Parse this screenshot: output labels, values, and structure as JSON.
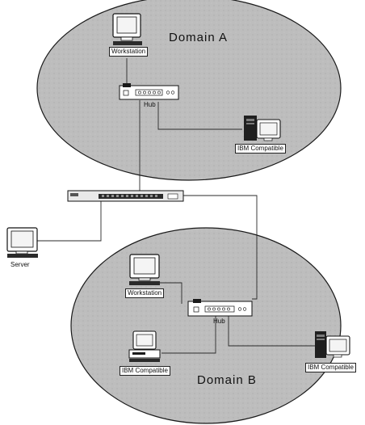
{
  "domains": {
    "a": {
      "title": "Domain A"
    },
    "b": {
      "title": "Domain B"
    }
  },
  "devices": {
    "workstation_a": {
      "label": "Workstation"
    },
    "hub_a": {
      "label": "Hub"
    },
    "ibm_a": {
      "label": "IBM Compatible"
    },
    "server": {
      "label": "Server"
    },
    "workstation_b": {
      "label": "Workstation"
    },
    "hub_b": {
      "label": "Hub"
    },
    "ibm_b_left": {
      "label": "IBM Compatible"
    },
    "ibm_b_right": {
      "label": "IBM Compatible"
    }
  },
  "colors": {
    "domain_fill": "#bdbdbd",
    "domain_stroke": "#1a1a1a",
    "wire": "#2a2a2a",
    "screen": "#f4f4f4"
  }
}
